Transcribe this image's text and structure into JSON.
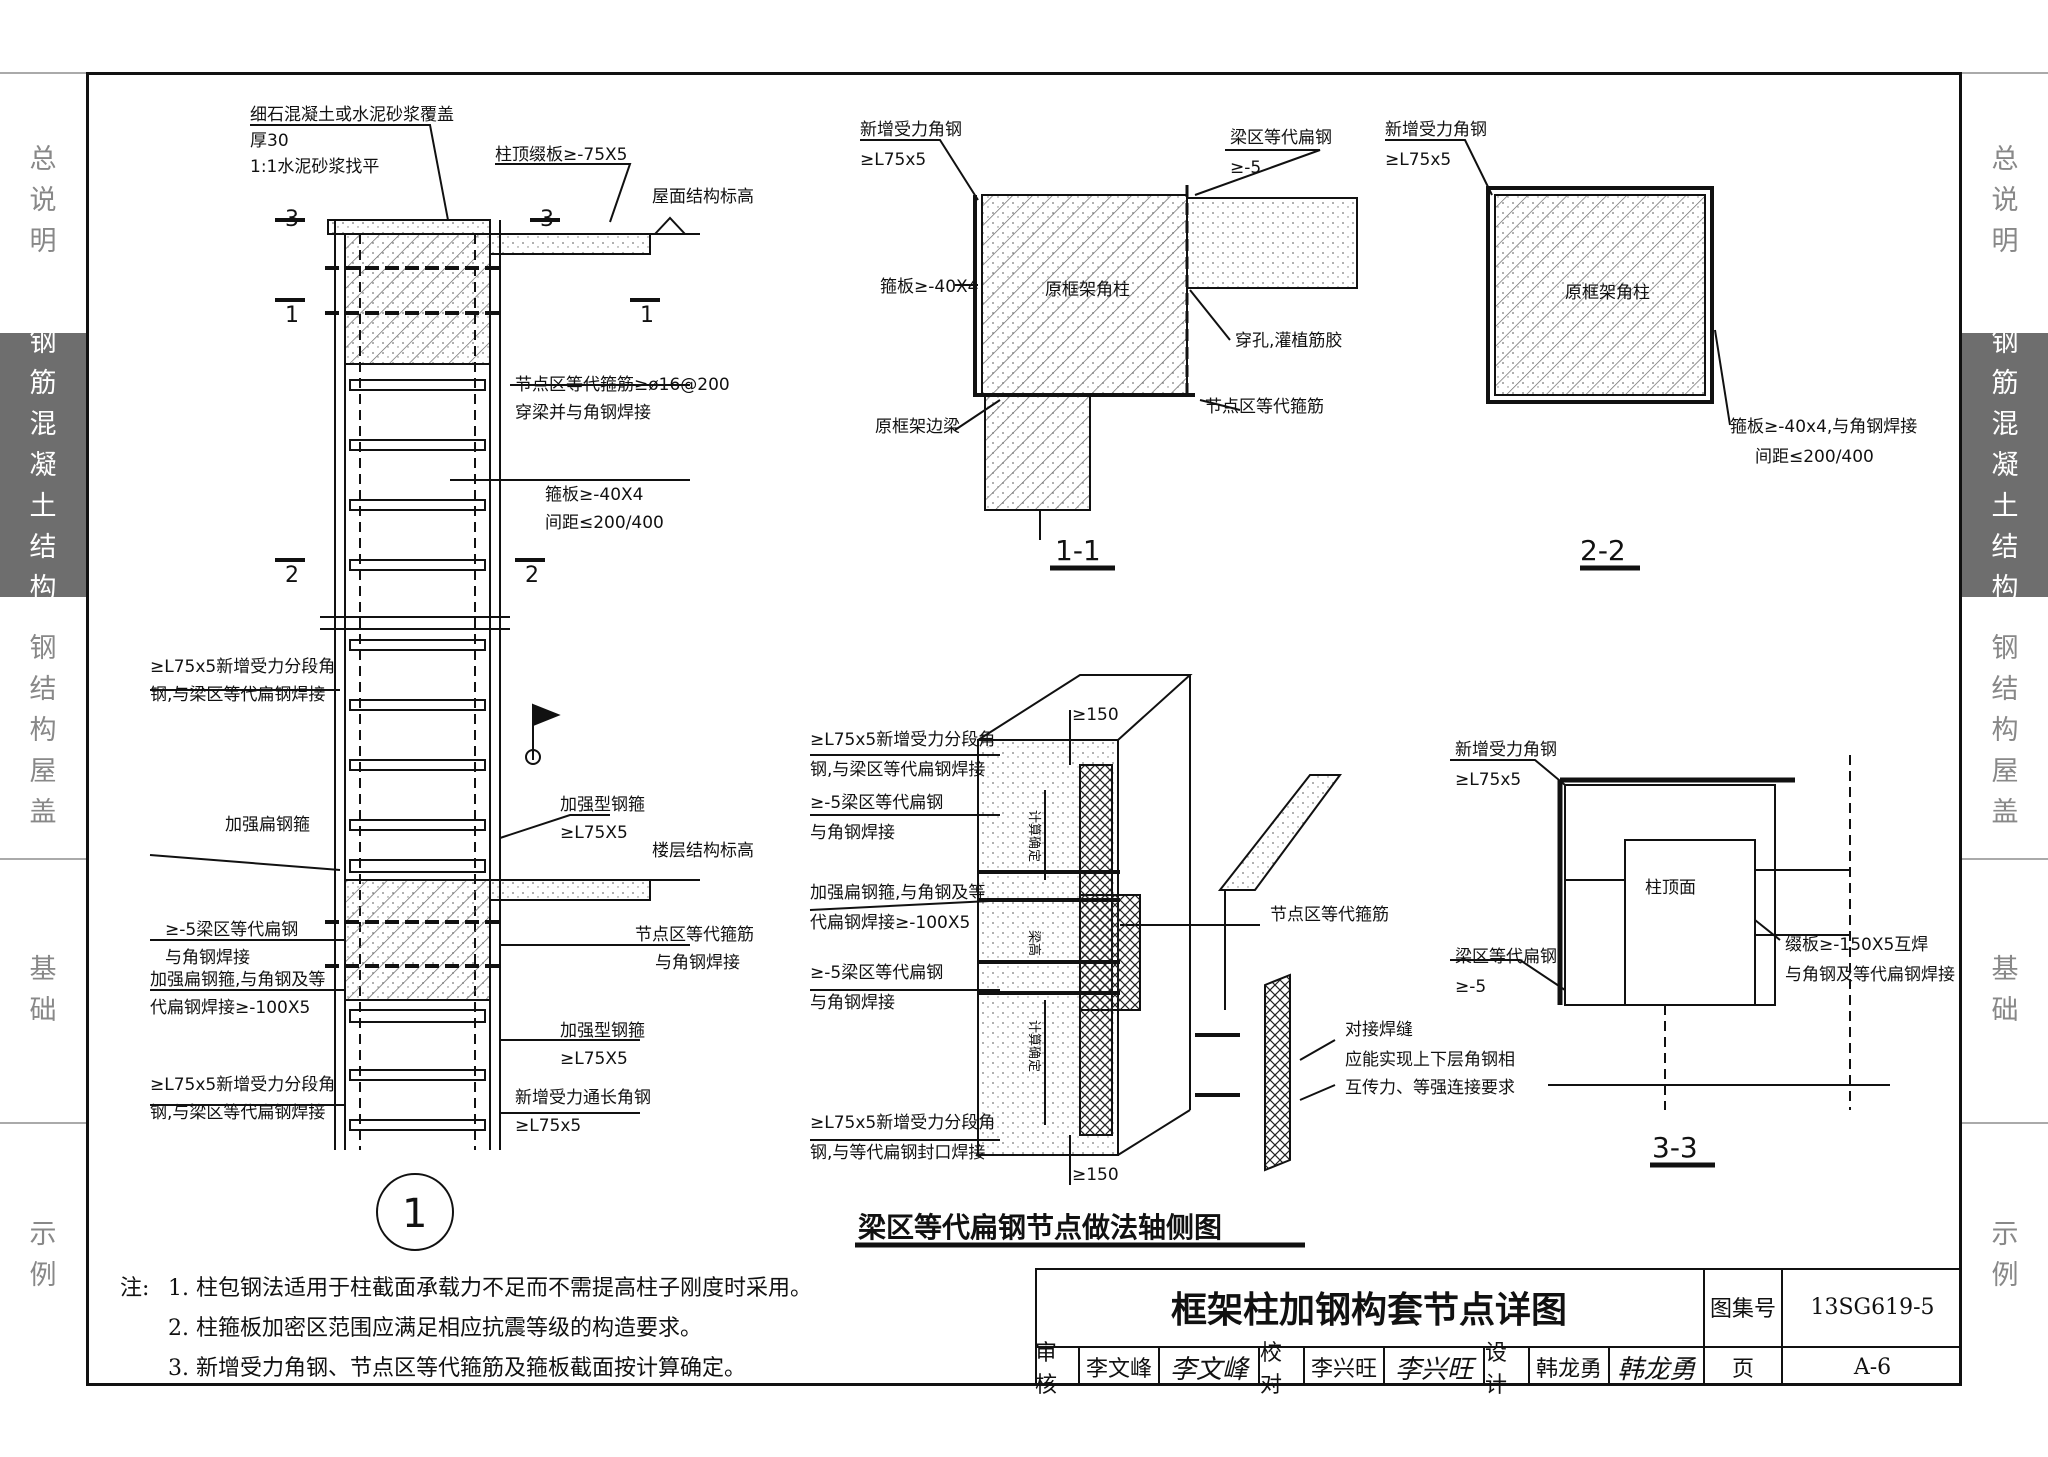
{
  "side_tabs": [
    {
      "label": "总说明",
      "active": false
    },
    {
      "label": "钢筋混凝土结构",
      "active": true
    },
    {
      "label": "钢结构屋盖",
      "active": false
    },
    {
      "label": "基础",
      "active": false
    },
    {
      "label": "示例",
      "active": false
    }
  ],
  "detail1": {
    "label_cover": "细石混凝土或水泥砂浆覆盖",
    "label_thick": "厚30",
    "label_level": "1:1水泥砂浆找平",
    "label_topplate": "柱顶缀板≥-75X5",
    "label_roof": "屋面结构标高",
    "label_node_rebar": "节点区等代箍筋≥ø16@200",
    "label_node_rebar2": "穿梁并与角钢焊接",
    "label_hoop": "箍板≥-40X4",
    "label_hoop_spacing": "间距≤200/400",
    "label_seg1a": "≥L75x5新增受力分段角",
    "label_seg1b": "钢,与梁区等代扁钢焊接",
    "label_reinf_hoop": "加强扁钢箍",
    "label_reinf_angle": "加强型钢箍",
    "label_reinf_angle_size": "≥L75X5",
    "label_floor": "楼层结构标高",
    "label_flat1": "≥-5梁区等代扁钢",
    "label_flat1b": "与角钢焊接",
    "label_node2": "节点区等代箍筋",
    "label_node2b": "与角钢焊接",
    "label_reinf2a": "加强扁钢箍,与角钢及等",
    "label_reinf2b": "代扁钢焊接≥-100X5",
    "label_reinf_angle2": "加强型钢箍",
    "label_reinf_angle2_size": "≥L75X5",
    "label_seg2a": "≥L75x5新增受力分段角",
    "label_seg2b": "钢,与梁区等代扁钢焊接",
    "label_long_a": "新增受力通长角钢",
    "label_long_b": "≥L75x5",
    "sec_3": "3",
    "sec_1": "1",
    "sec_2": "2",
    "detail_no": "1"
  },
  "section11": {
    "label_new_angle": "新增受力角钢",
    "label_new_angle_size": "≥L75x5",
    "label_flat": "梁区等代扁钢",
    "label_flat_size": "≥-5",
    "label_hoop": "箍板≥-40X4",
    "label_column": "原框架角柱",
    "label_hole": "穿孔,灌植筋胶",
    "label_beam": "原框架边梁",
    "label_node": "节点区等代箍筋",
    "title": "1-1"
  },
  "section22": {
    "label_new_angle": "新增受力角钢",
    "label_new_angle_size": "≥L75x5",
    "label_column": "原框架角柱",
    "label_hoop": "箍板≥-40x4,与角钢焊接",
    "label_spacing": "间距≤200/400",
    "title": "2-2"
  },
  "axon": {
    "l1a": "≥L75x5新增受力分段角",
    "l1b": "钢,与梁区等代扁钢焊接",
    "l2a": "≥-5梁区等代扁钢",
    "l2b": "与角钢焊接",
    "l3a": "加强扁钢箍,与角钢及等",
    "l3b": "代扁钢焊接≥-100X5",
    "l4a": "≥-5梁区等代扁钢",
    "l4b": "与角钢焊接",
    "l5a": "≥L75x5新增受力分段角",
    "l5b": "钢,与等代扁钢封口焊接",
    "dim_top": "≥150",
    "dim_bot": "≥150",
    "calc1": "计算确定",
    "calc2": "计算确定",
    "beam_h": "梁高",
    "node": "节点区等代箍筋",
    "butt": "对接焊缝",
    "req_a": "应能实现上下层角钢相",
    "req_b": "互传力、等强连接要求",
    "title": "梁区等代扁钢节点做法轴侧图"
  },
  "section33": {
    "label_new_angle": "新增受力角钢",
    "label_new_angle_size": "≥L75x5",
    "label_top": "柱顶面",
    "label_flat": "梁区等代扁钢",
    "label_flat_size": "≥-5",
    "label_plate": "缀板≥-150X5互焊",
    "label_plate2": "与角钢及等代扁钢焊接",
    "title": "3-3"
  },
  "notes": {
    "prefix": "注:",
    "items": [
      "1. 柱包钢法适用于柱截面承载力不足而不需提高柱子刚度时采用。",
      "2. 柱箍板加密区范围应满足相应抗震等级的构造要求。",
      "3. 新增受力角钢、节点区等代箍筋及箍板截面按计算确定。"
    ]
  },
  "title_block": {
    "title": "框架柱加钢构套节点详图",
    "atlas_label": "图集号",
    "atlas_no": "13SG619-5",
    "review_label": "审核",
    "review_name": "李文峰",
    "check_label": "校对",
    "check_name": "李兴旺",
    "design_label": "设计",
    "design_name": "韩龙勇",
    "page_label": "页",
    "page_no": "A-6"
  }
}
